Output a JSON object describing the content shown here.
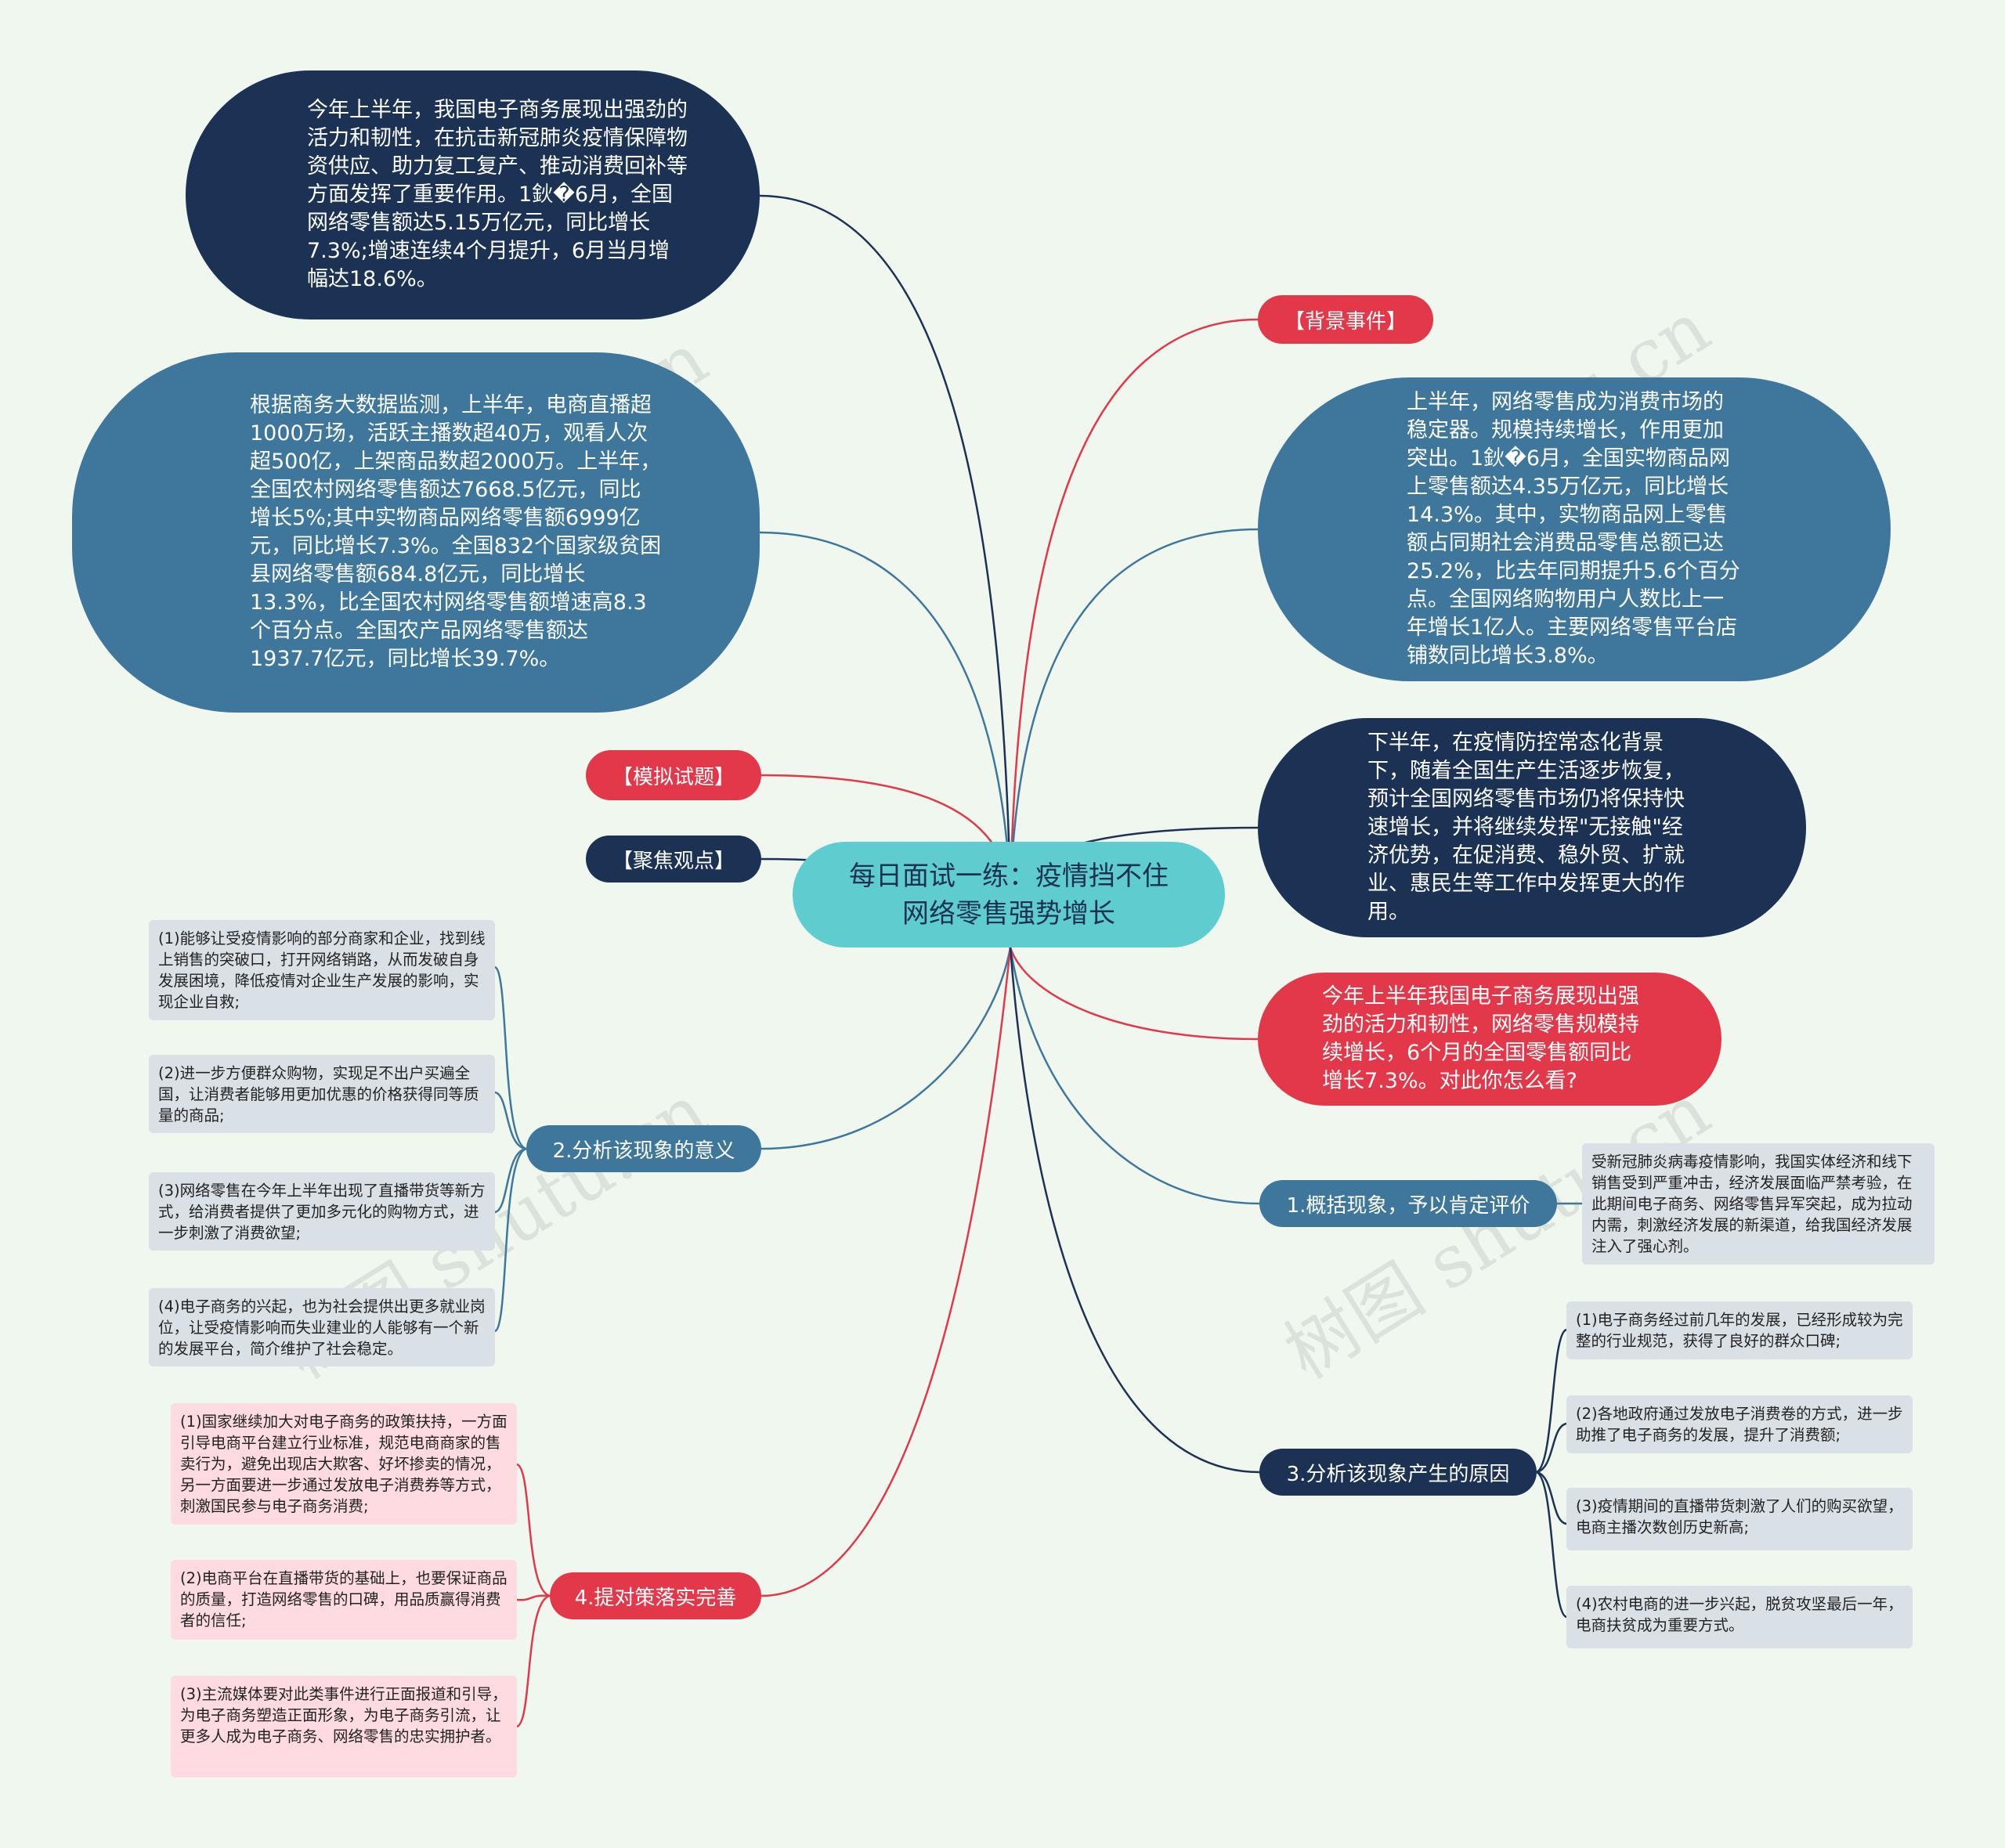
{
  "colors": {
    "background": "#eff7ef",
    "dark_navy": "#1b3255",
    "steel_blue": "#3f779c",
    "red": "#e2384a",
    "teal": "#5fcdd0",
    "leaf_grey": "#d9e1e7",
    "leaf_pink": "#fddbe0"
  },
  "central": {
    "title": "每日面试一练：疫情挡不住网络零售强势增长"
  },
  "left": {
    "bubble_top": "今年上半年，我国电子商务展现出强劲的活力和韧性，在抗击新冠肺炎疫情保障物资供应、助力复工复产、推动消费回补等方面发挥了重要作用。1鈥�6月，全国网络零售额达5.15万亿元，同比增长7.3%;增速连续4个月提升，6月当月增幅达18.6%。",
    "bubble_mid": "根据商务大数据监测，上半年，电商直播超1000万场，活跃主播数超40万，观看人次超500亿，上架商品数超2000万。上半年，全国农村网络零售额达7668.5亿元，同比增长5%;其中实物商品网络零售额6999亿元，同比增长7.3%。全国832个国家级贫困县网络零售额684.8亿元，同比增长13.3%，比全国农村网络零售额增速高8.3个百分点。全国农产品网络零售额达1937.7亿元，同比增长39.7%。",
    "mock_question": "【模拟试题】",
    "focus_view": "【聚焦观点】",
    "significance": {
      "label": "2.分析该现象的意义",
      "items": [
        "(1)能够让受疫情影响的部分商家和企业，找到线上销售的突破口，打开网络销路，从而发破自身发展困境，降低疫情对企业生产发展的影响，实现企业自救;",
        "(2)进一步方便群众购物，实现足不出户买遍全国，让消费者能够用更加优惠的价格获得同等质量的商品;",
        "(3)网络零售在今年上半年出现了直播带货等新方式，给消费者提供了更加多元化的购物方式，进一步刺激了消费欲望;",
        "(4)电子商务的兴起，也为社会提供出更多就业岗位，让受疫情影响而失业建业的人能够有一个新的发展平台，简介维护了社会稳定。"
      ]
    },
    "measures": {
      "label": "4.提对策落实完善",
      "items": [
        "(1)国家继续加大对电子商务的政策扶持，一方面引导电商平台建立行业标准，规范电商商家的售卖行为，避免出现店大欺客、好坏掺卖的情况，另一方面要进一步通过发放电子消费券等方式，刺激国民参与电子商务消费;",
        "(2)电商平台在直播带货的基础上，也要保证商品的质量，打造网络零售的口碑，用品质赢得消费者的信任;",
        "(3)主流媒体要对此类事件进行正面报道和引导，为电子商务塑造正面形象，为电子商务引流，让更多人成为电子商务、网络零售的忠实拥护者。"
      ]
    }
  },
  "right": {
    "background_event": "【背景事件】",
    "bubble_top": "上半年，网络零售成为消费市场的稳定器。规模持续增长，作用更加突出。1鈥�6月，全国实物商品网上零售额达4.35万亿元，同比增长14.3%。其中，实物商品网上零售额占同期社会消费品零售总额已达25.2%，比去年同期提升5.6个百分点。全国网络购物用户人数比上一年增长1亿人。主要网络零售平台店铺数同比增长3.8%。",
    "bubble_mid": "下半年，在疫情防控常态化背景下，随着全国生产生活逐步恢复，预计全国网络零售市场仍将保持快速增长，并将继续发挥\"无接触\"经济优势，在促消费、稳外贸、扩就业、惠民生等工作中发挥更大的作用。",
    "bubble_question": "今年上半年我国电子商务展现出强劲的活力和韧性，网络零售规模持续增长，6个月的全国零售额同比增长7.3%。对此你怎么看?",
    "summarize": {
      "label": "1.概括现象，予以肯定评价",
      "item": "受新冠肺炎病毒疫情影响，我国实体经济和线下销售受到严重冲击，经济发展面临严禁考验，在此期间电子商务、网络零售异军突起，成为拉动内需，刺激经济发展的新渠道，给我国经济发展注入了强心剂。"
    },
    "causes": {
      "label": "3.分析该现象产生的原因",
      "items": [
        "(1)电子商务经过前几年的发展，已经形成较为完整的行业规范，获得了良好的群众口碑;",
        "(2)各地政府通过发放电子消费卷的方式，进一步助推了电子商务的发展，提升了消费额;",
        "(3)疫情期间的直播带货刺激了人们的购买欲望，电商主播次数创历史新高;",
        "(4)农村电商的进一步兴起，脱贫攻坚最后一年，电商扶贫成为重要方式。"
      ]
    }
  },
  "watermark": "树图 shutu.cn"
}
